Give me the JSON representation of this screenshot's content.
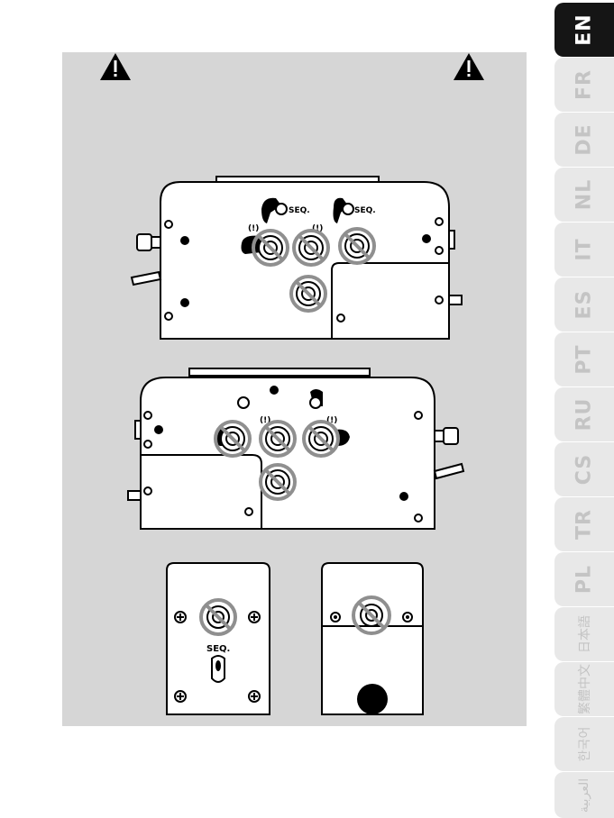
{
  "warning_icons": [
    "warning-triangle-icon",
    "warning-triangle-icon"
  ],
  "labels": {
    "seq": "SEQ.",
    "caution": "(!)"
  },
  "language_tabs": [
    {
      "code": "EN",
      "active": true
    },
    {
      "code": "FR",
      "active": false
    },
    {
      "code": "DE",
      "active": false
    },
    {
      "code": "NL",
      "active": false
    },
    {
      "code": "IT",
      "active": false
    },
    {
      "code": "ES",
      "active": false
    },
    {
      "code": "PT",
      "active": false
    },
    {
      "code": "RU",
      "active": false
    },
    {
      "code": "CS",
      "active": false
    },
    {
      "code": "TR",
      "active": false
    },
    {
      "code": "PL",
      "active": false
    },
    {
      "code": "日本語",
      "active": false
    },
    {
      "code": "繁體中文",
      "active": false
    },
    {
      "code": "한국어",
      "active": false
    },
    {
      "code": "العربية",
      "active": false
    }
  ],
  "colors": {
    "panel": "#d6d6d6",
    "active_tab": "#151515",
    "inactive_tab": "#e8e8e8",
    "prohibition": "#8f8f8f"
  }
}
